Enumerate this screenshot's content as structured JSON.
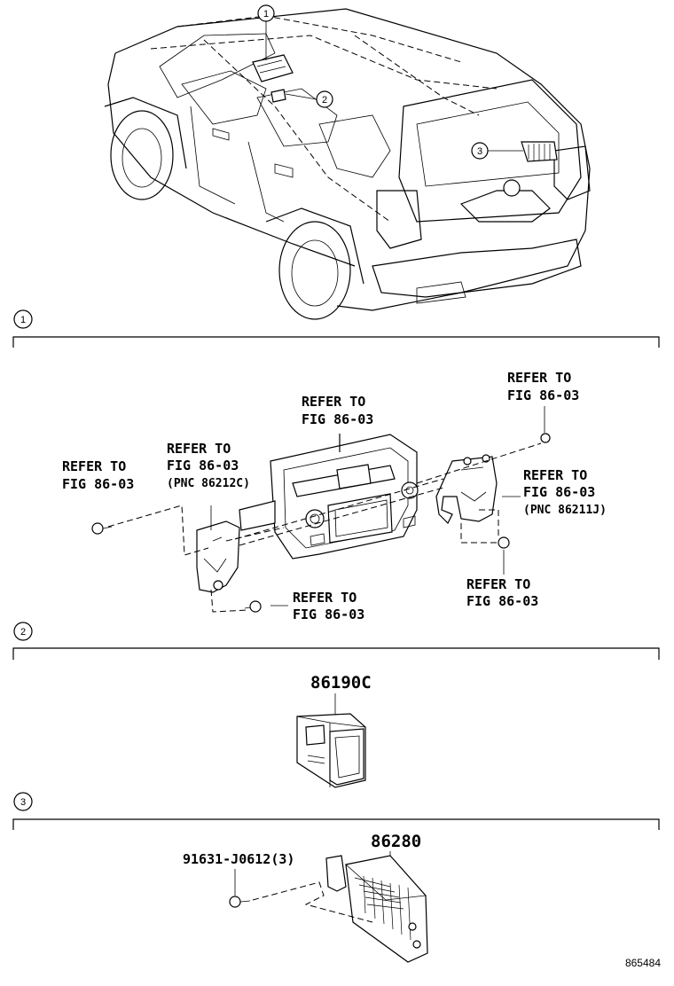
{
  "callouts": [
    "1",
    "2",
    "3"
  ],
  "section1": {
    "refer_top_right": [
      "REFER TO",
      "FIG 86-03"
    ],
    "refer_center": [
      "REFER TO",
      "FIG 86-03"
    ],
    "refer_left_bracket": [
      "REFER TO",
      "FIG 86-03",
      "(PNC 86212C)"
    ],
    "refer_left": [
      "REFER TO",
      "FIG 86-03"
    ],
    "refer_right_bracket": [
      "REFER TO",
      "FIG 86-03",
      "(PNC 86211J)"
    ],
    "refer_bottom_center": [
      "REFER TO",
      "FIG 86-03"
    ],
    "refer_bottom_right": [
      "REFER TO",
      "FIG 86-03"
    ]
  },
  "section2": {
    "part_number": "86190C"
  },
  "section3": {
    "part_number": "86280",
    "bolt_number": "91631-J0612(3)"
  },
  "diagram_id": "865484"
}
